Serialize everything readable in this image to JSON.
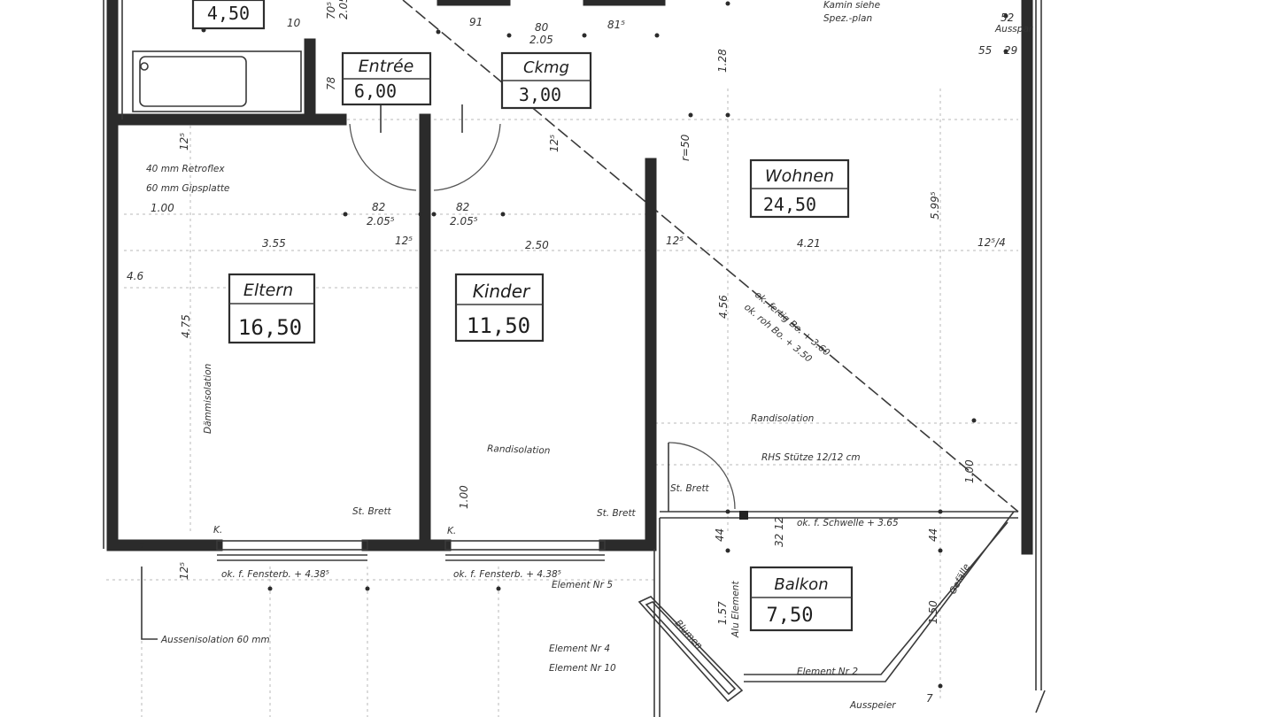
{
  "rooms": {
    "entree": {
      "name": "Entrée",
      "area": "6,00"
    },
    "garderobe": {
      "name": "Ckmg",
      "area": "3,00"
    },
    "wohnen": {
      "name": "Wohnen",
      "area": "24,50"
    },
    "eltern": {
      "name": "Eltern",
      "area": "16,50"
    },
    "kinder": {
      "name": "Kinder",
      "area": "11,50"
    },
    "balkon": {
      "name": "Balkon",
      "area": "7,50"
    },
    "bad": {
      "name": "",
      "area": "4,50"
    }
  },
  "dimensions": {
    "d_91": "91",
    "d_80": "80",
    "d_205a": "2.05",
    "d_815": "81⁵",
    "d_128": "1.28",
    "d_52": "52",
    "d_55": "55",
    "d_29": "29",
    "d_78": "78",
    "d_705": "70⁵",
    "d_10": "10",
    "d_205top": "2.05",
    "d_125a": "12⁵",
    "d_125b": "12⁵",
    "d_125c": "12⁵",
    "d_125d": "12⁵",
    "d_125e": "12⁵",
    "d_82a": "82",
    "d_205b": "2.05⁵",
    "d_82b": "82",
    "d_205c": "2.05⁵",
    "d_355": "3.55",
    "d_250": "2.50",
    "d_421": "4.21",
    "d_1254": "12⁵/4",
    "d_5995": "5.99⁵",
    "d_475": "4.75",
    "d_46": "4.6",
    "d_456": "4.56",
    "d_100a": "1.00",
    "d_100b": "1.00",
    "d_100c": "1.00",
    "d_r50": "r=50",
    "d_44a": "44",
    "d_44b": "44",
    "d_3212": "32 12",
    "d_157": "1.57",
    "d_150": "1.50"
  },
  "notes": {
    "kamin": "Kamin siehe",
    "spez": "Spez.-plan",
    "ausspar": "Ausspar",
    "retroflex": "40 mm Retroflex",
    "gipsplatte": "60 mm Gipsplatte",
    "iso_eltern": "Dämmisolation",
    "randiso_kinder": "Randisolation",
    "randiso_wohnen": "Randisolation",
    "ok_fertig": "ok. fertig Bo. + 3.60",
    "ok_roh": "ok. roh Bo. + 3.50",
    "rhs": "RHS Stütze 12/12 cm",
    "stbrett_a": "St. Brett",
    "stbrett_b": "St. Brett",
    "stbrett_c": "St. Brett",
    "k_a": "K.",
    "k_b": "K.",
    "schwelle": "ok. f. Schwelle + 3.65",
    "fensterb_a": "ok. f. Fensterb. + 4.38⁵",
    "fensterb_b": "ok. f. Fensterb. + 4.38⁵",
    "element5": "Element Nr 5",
    "element4": "Element Nr 4",
    "element10": "Element Nr 10",
    "element2": "Element Nr 2",
    "alu": "Alu Element",
    "blumen": "Blumen",
    "gefaelle": "Gefälle",
    "aussenisolation": "Aussenisolation 60 mm",
    "ausspeier": "Ausspeier",
    "d_7": "7"
  }
}
